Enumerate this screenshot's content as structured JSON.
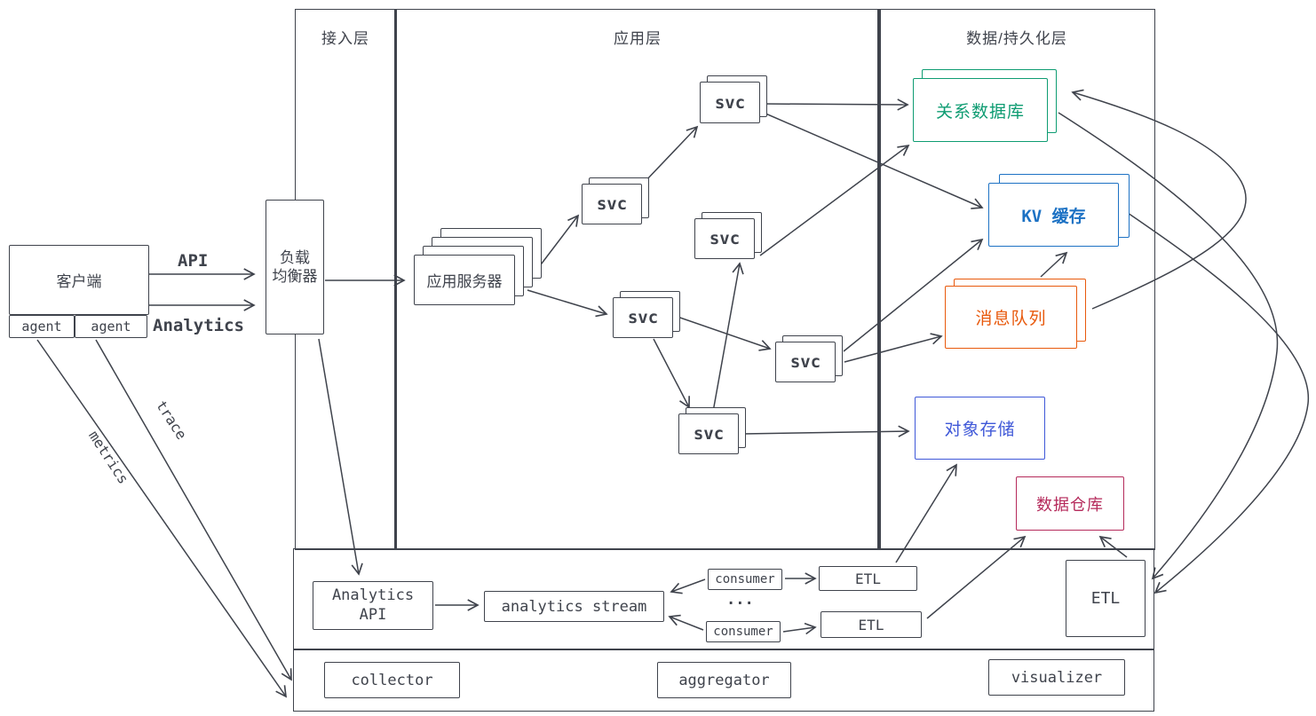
{
  "colors": {
    "ink": "#3f434c",
    "relational_db": "#0e9c72",
    "kv_cache": "#1d72c4",
    "message_queue": "#e8590c",
    "object_store": "#3f58d8",
    "data_warehouse": "#b52a5b"
  },
  "layers": {
    "access": "接入层",
    "application": "应用层",
    "data": "数据/持久化层"
  },
  "nodes": {
    "client": "客户端",
    "agent": "agent",
    "lb_l1": "负载",
    "lb_l2": "均衡器",
    "app_server": "应用服务器",
    "svc": "svc",
    "rel_db": "关系数据库",
    "kv_cache": "KV 缓存",
    "msg_queue": "消息队列",
    "obj_store": "对象存储",
    "dwh": "数据仓库",
    "analytics_api_l1": "Analytics",
    "analytics_api_l2": "API",
    "stream": "analytics stream",
    "consumer": "consumer",
    "ellipsis": "...",
    "etl": "ETL",
    "collector": "collector",
    "aggregator": "aggregator",
    "visualizer": "visualizer"
  },
  "edge_labels": {
    "api": "API",
    "analytics": "Analytics",
    "trace": "trace",
    "metrics": "metrics"
  },
  "edges": [
    {
      "from": "client",
      "to": "load-balancer",
      "label": "API"
    },
    {
      "from": "client",
      "to": "load-balancer",
      "label": "Analytics"
    },
    {
      "from": "load-balancer",
      "to": "app-server"
    },
    {
      "from": "load-balancer",
      "to": "analytics-api"
    },
    {
      "from": "app-server",
      "to": "svc-2"
    },
    {
      "from": "app-server",
      "to": "svc-4"
    },
    {
      "from": "svc-2",
      "to": "svc-1"
    },
    {
      "from": "svc-4",
      "to": "svc-5"
    },
    {
      "from": "svc-4",
      "to": "svc-6"
    },
    {
      "from": "svc-6",
      "to": "svc-3"
    },
    {
      "from": "svc-1",
      "to": "rel-db"
    },
    {
      "from": "svc-1",
      "to": "kv-cache"
    },
    {
      "from": "svc-3",
      "to": "rel-db"
    },
    {
      "from": "svc-5",
      "to": "kv-cache"
    },
    {
      "from": "svc-5",
      "to": "msg-queue"
    },
    {
      "from": "svc-6",
      "to": "obj-store"
    },
    {
      "from": "msg-queue",
      "to": "kv-cache"
    },
    {
      "from": "msg-queue",
      "to": "rel-db"
    },
    {
      "from": "rel-db",
      "to": "etl-right"
    },
    {
      "from": "kv-cache",
      "to": "etl-right"
    },
    {
      "from": "etl-right",
      "to": "dwh"
    },
    {
      "from": "analytics-api",
      "to": "analytics-stream"
    },
    {
      "from": "consumer-1",
      "to": "analytics-stream"
    },
    {
      "from": "consumer-2",
      "to": "analytics-stream"
    },
    {
      "from": "consumer-1",
      "to": "etl-1"
    },
    {
      "from": "consumer-2",
      "to": "etl-2"
    },
    {
      "from": "etl-1",
      "to": "obj-store"
    },
    {
      "from": "etl-2",
      "to": "dwh"
    },
    {
      "from": "agent-1",
      "to": "monitoring-band",
      "label": "metrics"
    },
    {
      "from": "agent-2",
      "to": "monitoring-band",
      "label": "trace"
    }
  ]
}
